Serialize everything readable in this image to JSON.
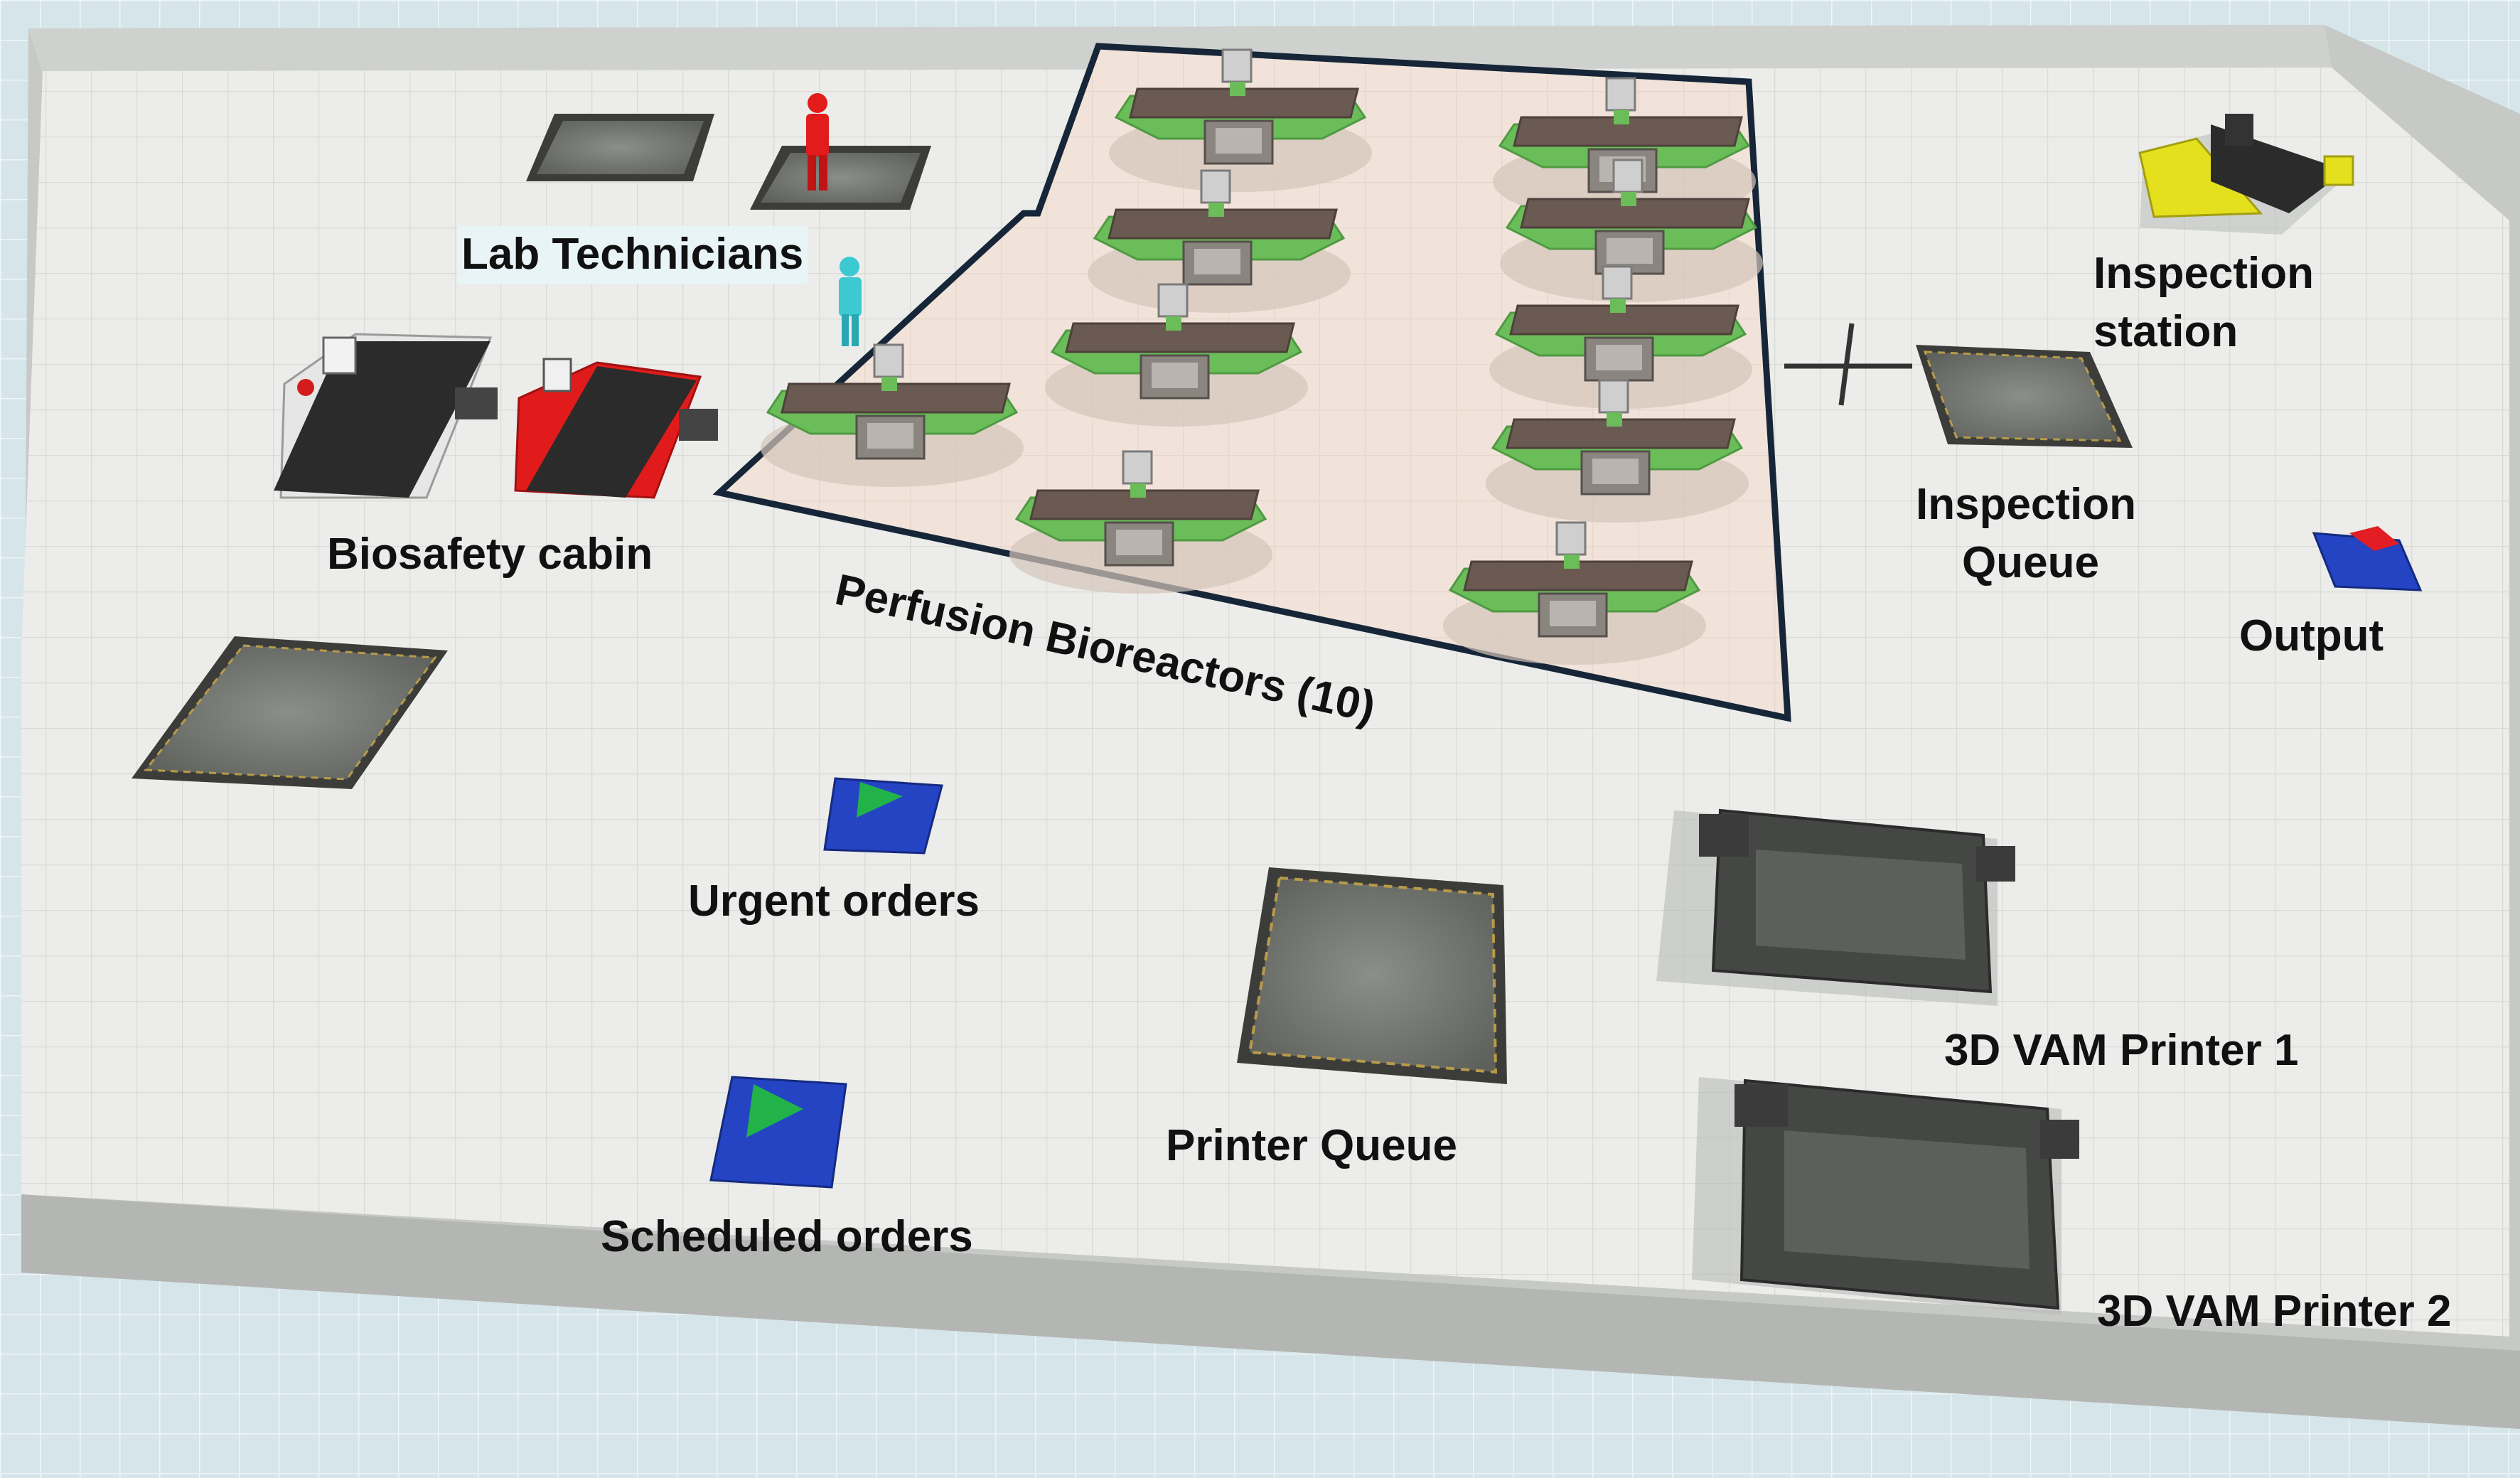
{
  "labels": {
    "lab_technicians": "Lab Technicians",
    "biosafety_cabin": "Biosafety cabin",
    "perfusion_bioreactors": "Perfusion Bioreactors (10)",
    "inspection_station_line1": "Inspection",
    "inspection_station_line2": "station",
    "inspection_queue_line1": "Inspection",
    "inspection_queue_line2": "Queue",
    "output": "Output",
    "urgent_orders": "Urgent orders",
    "scheduled_orders": "Scheduled orders",
    "printer_queue": "Printer Queue",
    "printer_1": "3D VAM Printer 1",
    "printer_2": "3D VAM Printer 2"
  },
  "colors": {
    "floor": "#ecedea",
    "grid_outside": "#d4e4ea",
    "wall": "#c8cac8",
    "bioreactor_zone": "#f1e3da",
    "bioreactor_outline": "#162638",
    "bioreactor_green": "#6bbd5a",
    "bioreactor_belt": "#6a5a52",
    "biosafety_red": "#e11b1b",
    "biosafety_white": "#e6e6e6",
    "inspection_yellow": "#e5e01e",
    "source_blue": "#2444c4",
    "source_green": "#22b24a",
    "sink_red": "#e31d24",
    "queue_gray": "#7a7c78",
    "printer_dark": "#444644",
    "technician_red": "#e21b1b",
    "technician_cyan": "#3cc9d2"
  },
  "icons": {
    "technician": "person-figure-icon",
    "order_source": "green-triangle-source-icon",
    "output_sink": "red-arrow-sink-icon"
  }
}
